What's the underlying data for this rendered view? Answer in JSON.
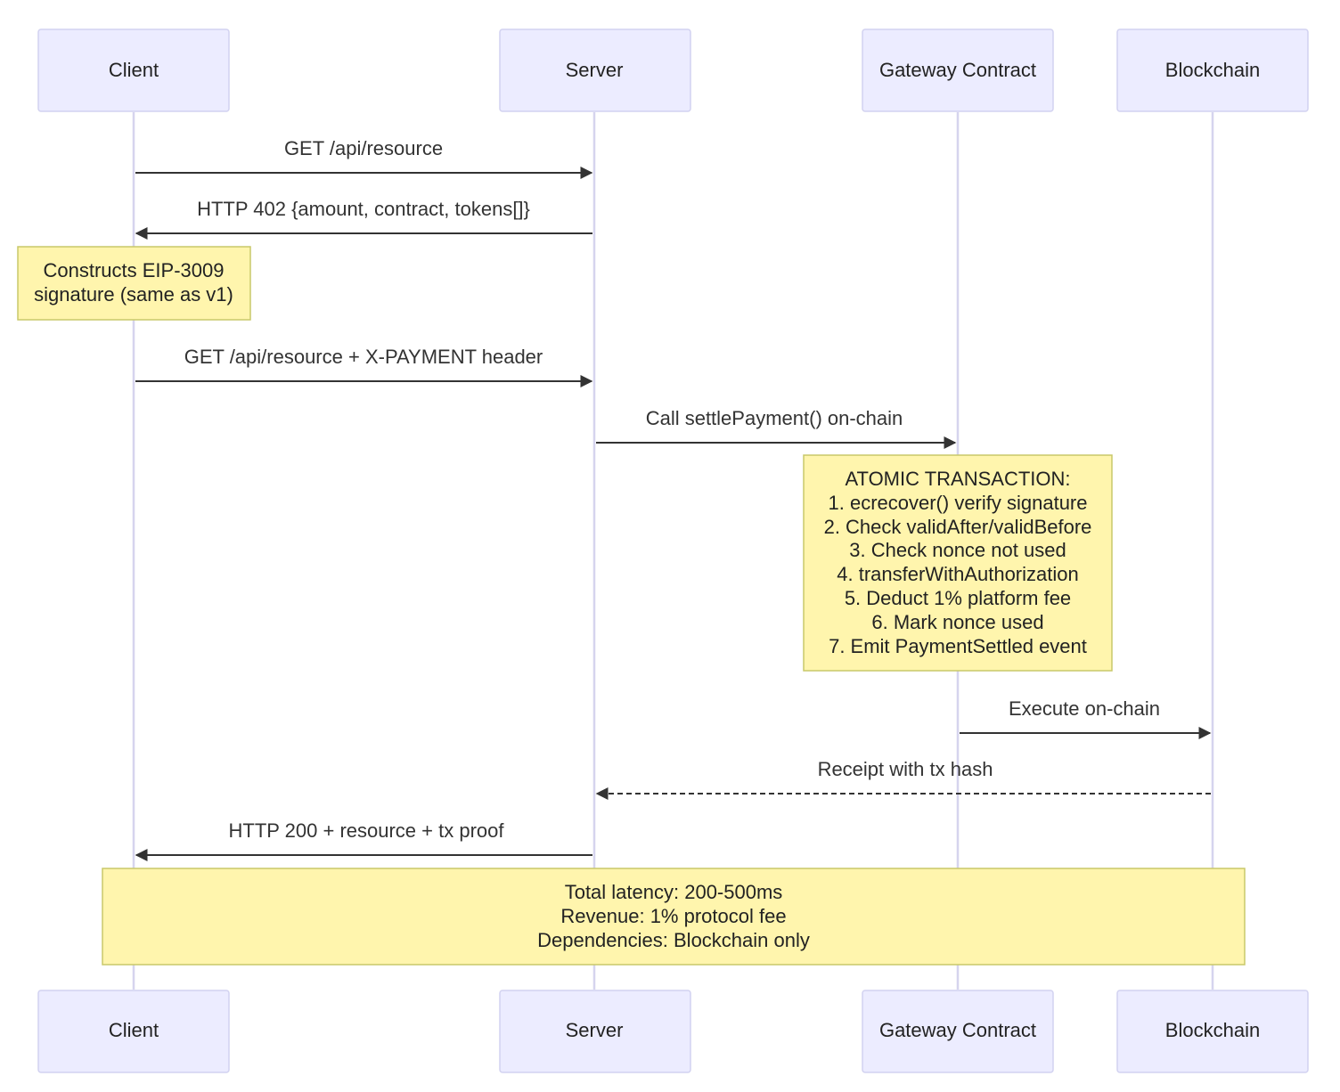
{
  "participants": [
    {
      "id": "client",
      "label": "Client"
    },
    {
      "id": "server",
      "label": "Server"
    },
    {
      "id": "gateway",
      "label": "Gateway Contract"
    },
    {
      "id": "blockchain",
      "label": "Blockchain"
    }
  ],
  "messages": [
    {
      "from": "client",
      "to": "server",
      "label": "GET /api/resource",
      "style": "solid"
    },
    {
      "from": "server",
      "to": "client",
      "label": "HTTP 402 {amount, contract, tokens[]}",
      "style": "solid"
    },
    {
      "from": "client",
      "to": "server",
      "label": "GET /api/resource + X-PAYMENT header",
      "style": "solid"
    },
    {
      "from": "server",
      "to": "gateway",
      "label": "Call settlePayment() on-chain",
      "style": "solid"
    },
    {
      "from": "gateway",
      "to": "blockchain",
      "label": "Execute on-chain",
      "style": "solid"
    },
    {
      "from": "blockchain",
      "to": "server",
      "label": "Receipt with tx hash",
      "style": "dashed"
    },
    {
      "from": "server",
      "to": "client",
      "label": "HTTP 200 + resource + tx proof",
      "style": "solid"
    }
  ],
  "notes": [
    {
      "over": "client",
      "lines": [
        "Constructs EIP-3009",
        "signature (same as v1)"
      ]
    },
    {
      "over": "gateway",
      "lines": [
        "ATOMIC TRANSACTION:",
        "1. ecrecover() verify signature",
        "2. Check validAfter/validBefore",
        "3. Check nonce not used",
        "4. transferWithAuthorization",
        "5. Deduct 1% platform fee",
        "6. Mark nonce used",
        "7. Emit PaymentSettled event"
      ]
    },
    {
      "over": "client-to-blockchain",
      "lines": [
        "Total latency: 200-500ms",
        "Revenue: 1% protocol fee",
        "Dependencies: Blockchain only"
      ]
    }
  ],
  "colors": {
    "actor_fill": "#ECECFF",
    "lifeline": "#d6d4ee",
    "note_fill": "#fff5ad",
    "arrow": "#333333"
  }
}
